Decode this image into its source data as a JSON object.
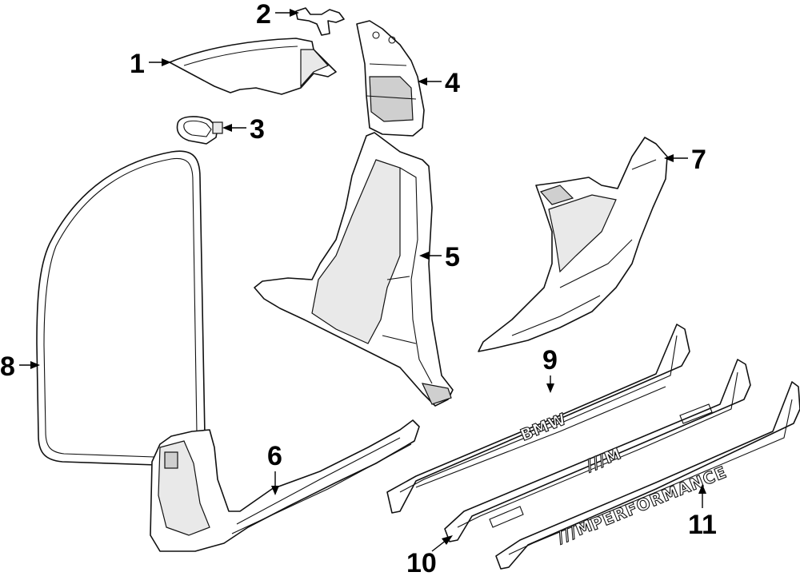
{
  "callouts": {
    "c1": "1",
    "c2": "2",
    "c3": "3",
    "c4": "4",
    "c5": "5",
    "c6": "6",
    "c7": "7",
    "c8": "8",
    "c9": "9",
    "c10": "10",
    "c11": "11"
  },
  "sill_marks": {
    "bmw": "BMW",
    "m_logo_10": "///M",
    "m_logo_11": "///M",
    "performance": "PERFORMANCE"
  }
}
